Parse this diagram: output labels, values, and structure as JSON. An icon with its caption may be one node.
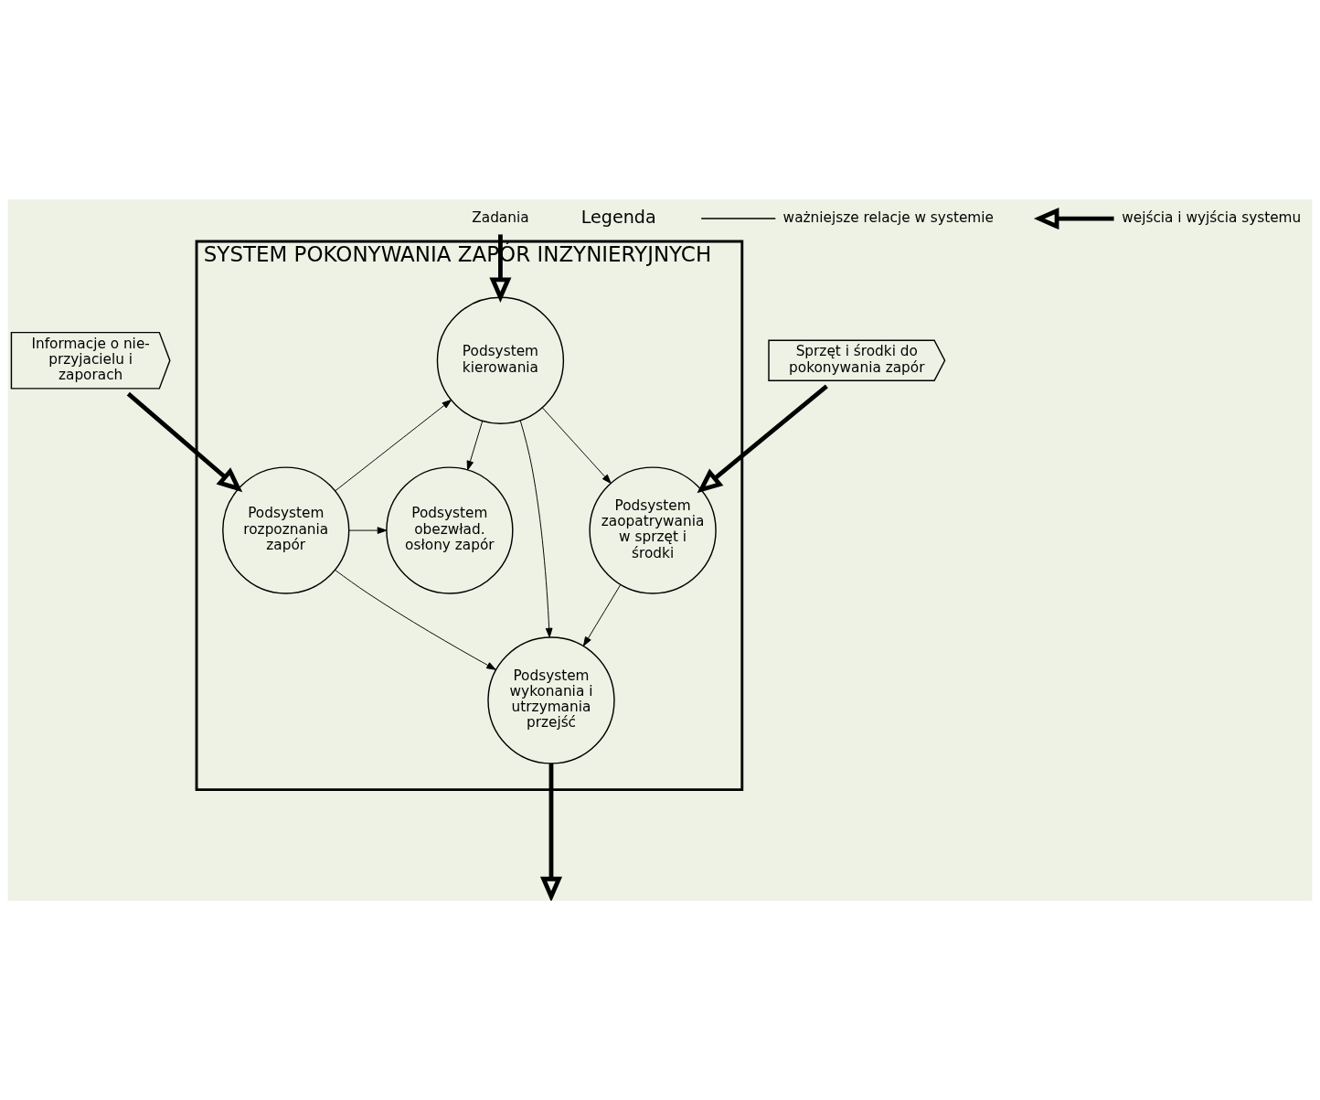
{
  "diagram": {
    "nodes": [
      {
        "text": [
          "SYSTEM POKONYWANIA ZAPÓR INZYNIERYJNYCH"
        ]
      },
      {
        "text": [
          "Podsystem kierowania"
        ],
        "in": 0
      },
      {
        "text": [
          "Podsystem rozpoznania zapór"
        ],
        "in": 0
      },
      {
        "text": [
          "Podsystem obezwład. osłony zapór"
        ],
        "in": 0
      },
      {
        "text": [
          "Podsystem zaopatrywania w sprzęt i środki"
        ],
        "in": 0
      },
      {
        "text": [
          "Podsystem wykonania i utrzymania przejść"
        ],
        "in": 0
      },
      {
        "text": [
          "Zadania"
        ]
      },
      {
        "text": [
          "Informacje o nie- przyjacielu i zaporach"
        ]
      },
      {
        "text": [
          "Sprzęt i środki do pokonywania zapór"
        ]
      }
    ],
    "edges": [
      {
        "from": 6,
        "to": 1,
        "arrow": "to",
        "style": "thick"
      },
      {
        "from": 7,
        "to": 2,
        "arrow": "to",
        "style": "thick"
      },
      {
        "from": 8,
        "to": 4,
        "arrow": "to",
        "style": "thick"
      },
      {
        "from": 2,
        "to": 1,
        "arrow": "to"
      },
      {
        "from": 1,
        "to": 3,
        "arrow": "to"
      },
      {
        "from": 1,
        "to": 5,
        "arrow": "to"
      },
      {
        "from": 1,
        "to": 4,
        "arrow": "to"
      },
      {
        "from": 2,
        "to": 3,
        "arrow": "to"
      },
      {
        "from": 2,
        "to": 5,
        "arrow": "to"
      },
      {
        "from": 4,
        "to": 5,
        "arrow": "to"
      },
      {
        "from": 5,
        "to": null,
        "arrow": "to",
        "style": "thick"
      }
    ],
    "labels": [
      "Legenda"
    ],
    "legend": [
      {
        "text": "ważniejsze relacje w systemie"
      },
      {
        "text": "wejścia i wyjścia systemu"
      }
    ]
  }
}
